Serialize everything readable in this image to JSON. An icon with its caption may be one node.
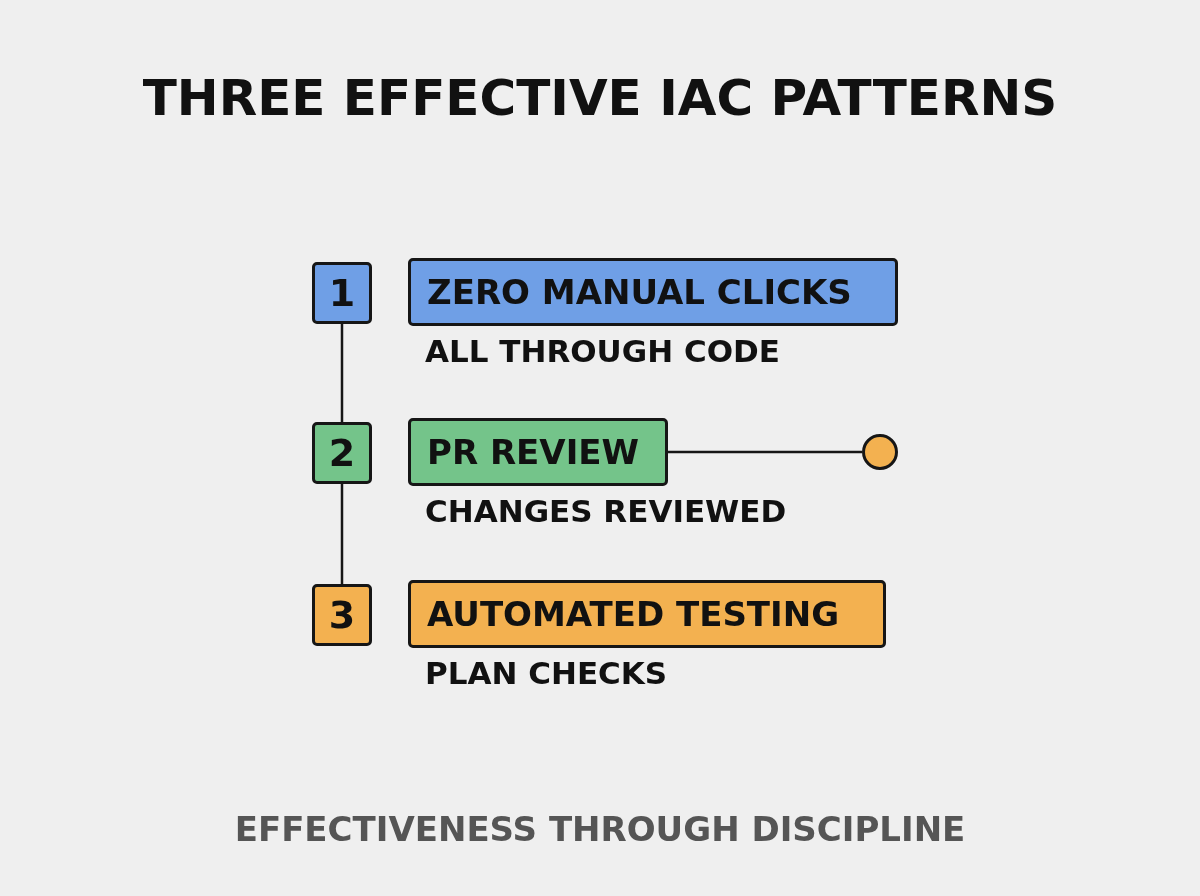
{
  "diagram": {
    "title": "THREE EFFECTIVE IAC PATTERNS",
    "nodes": [
      {
        "text": [
          "1"
        ]
      },
      {
        "text": [
          "ZERO MANUAL CLICKS"
        ],
        "beside": [
          "ALL THROUGH CODE"
        ]
      },
      {
        "text": [
          "2"
        ]
      },
      {
        "text": [
          "PR REVIEW"
        ],
        "beside": [
          "CHANGES REVIEWED"
        ]
      },
      {
        "text": [],
        "shape": "circle"
      },
      {
        "text": [
          "3"
        ]
      },
      {
        "text": [
          "AUTOMATED TESTING"
        ],
        "beside": [
          "PLAN CHECKS"
        ]
      }
    ],
    "edges": [
      {
        "from": 0,
        "to": 2,
        "arrow": "none"
      },
      {
        "from": 2,
        "to": 5,
        "arrow": "none"
      },
      {
        "from": 3,
        "to": 4,
        "arrow": "none"
      }
    ],
    "caption": "EFFECTIVENESS THROUGH DISCIPLINE"
  }
}
